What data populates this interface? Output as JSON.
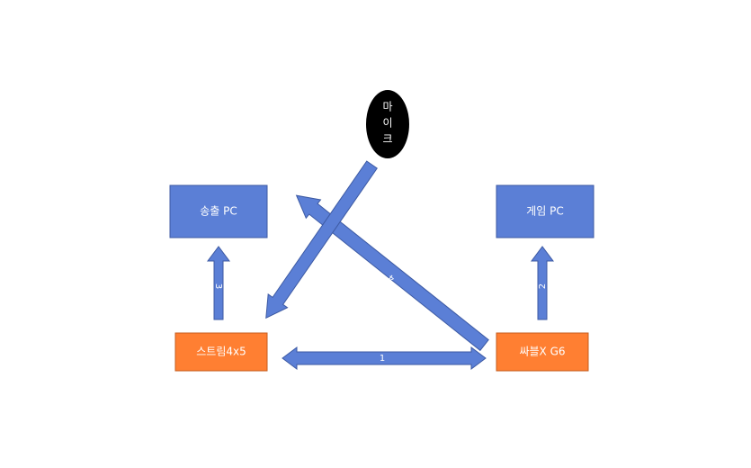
{
  "colors": {
    "background": "#ffffff",
    "blue_box": "#5b7fd6",
    "blue_stroke": "#3d5aa3",
    "orange_box": "#ff7f32",
    "orange_stroke": "#c45e1f",
    "arrow_fill": "#5b7fd6",
    "arrow_stroke": "#3d5aa3",
    "mic_fill": "#000000"
  },
  "nodes": {
    "broadcast_pc": {
      "label": "송출 PC"
    },
    "game_pc": {
      "label": "게임 PC"
    },
    "streamer": {
      "label": "스트림4x5"
    },
    "capture": {
      "label": "싸블X G6"
    },
    "mic": {
      "lines": [
        "마",
        "이",
        "크"
      ]
    }
  },
  "arrows": {
    "streamer_to_broadcast": {
      "label": "3"
    },
    "capture_to_game": {
      "label": "2"
    },
    "streamer_capture": {
      "label": "1"
    },
    "capture_to_broadcast": {
      "label": "4"
    }
  }
}
